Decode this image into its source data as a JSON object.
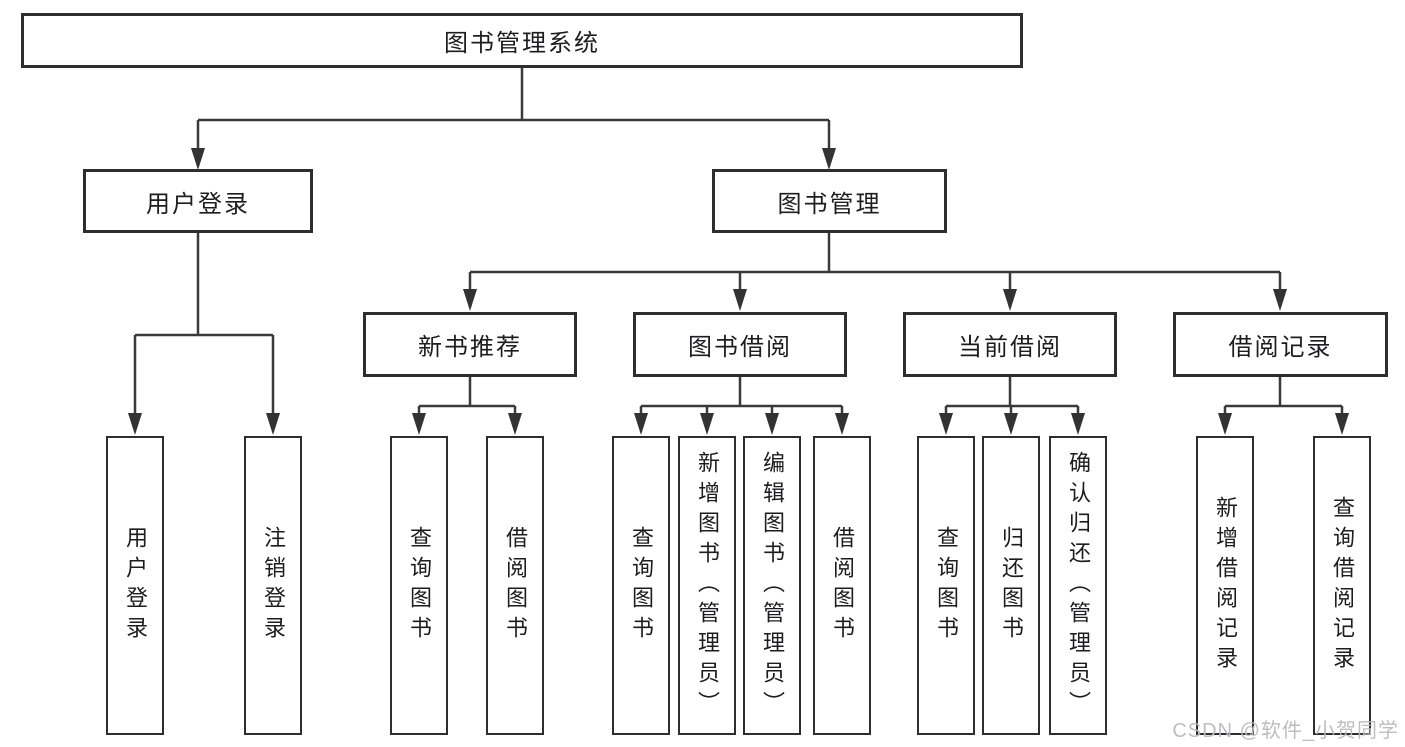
{
  "diagram": {
    "title": "图书管理系统",
    "tree": {
      "root": {
        "label": "图书管理系统",
        "children": [
          {
            "label": "用户登录",
            "children": [
              {
                "label": "用户登录"
              },
              {
                "label": "注销登录"
              }
            ]
          },
          {
            "label": "图书管理",
            "children": [
              {
                "label": "新书推荐",
                "children": [
                  {
                    "label": "查询图书"
                  },
                  {
                    "label": "借阅图书"
                  }
                ]
              },
              {
                "label": "图书借阅",
                "children": [
                  {
                    "label": "查询图书"
                  },
                  {
                    "label": "新增图书（管理员）"
                  },
                  {
                    "label": "编辑图书（管理员）"
                  },
                  {
                    "label": "借阅图书"
                  }
                ]
              },
              {
                "label": "当前借阅",
                "children": [
                  {
                    "label": "查询图书"
                  },
                  {
                    "label": "归还图书"
                  },
                  {
                    "label": "确认归还（管理员）"
                  }
                ]
              },
              {
                "label": "借阅记录",
                "children": [
                  {
                    "label": "新增借阅记录"
                  },
                  {
                    "label": "查询借阅记录"
                  }
                ]
              }
            ]
          }
        ]
      }
    },
    "colors": {
      "line": "#3a3a3a",
      "box_border": "#2e2e2e",
      "box_fill": "#ffffff",
      "text": "#1d1d1f",
      "watermark": "#b9b9bf"
    }
  },
  "watermark": {
    "text": "CSDN @软件_小贺同学"
  }
}
